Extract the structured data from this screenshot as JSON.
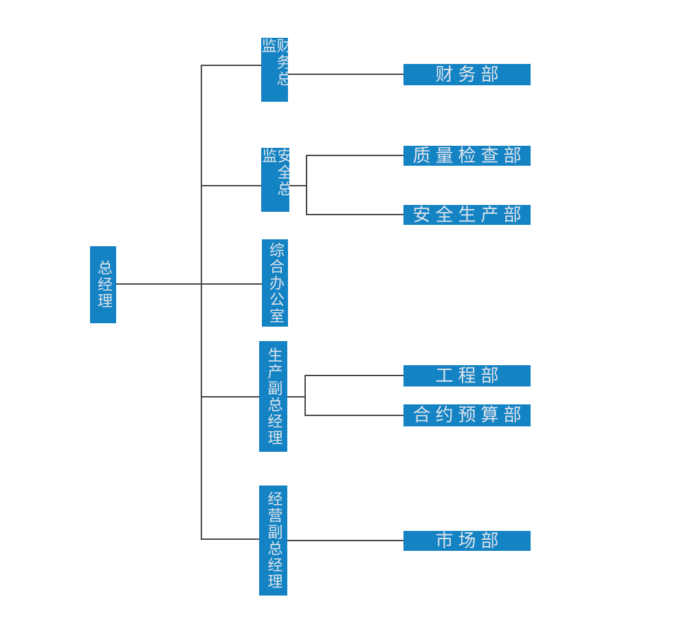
{
  "org_chart": {
    "type": "organization-chart",
    "nodes": {
      "general_manager": {
        "label": "总经理",
        "level": 1
      },
      "finance_director": {
        "label": "财务总监",
        "level": 2
      },
      "safety_director": {
        "label": "安全总监",
        "level": 2
      },
      "general_office": {
        "label": "综合办公室",
        "level": 2
      },
      "production_deputy_gm": {
        "label": "生产副总经理",
        "level": 2
      },
      "operations_deputy_gm": {
        "label": "经营副总经理",
        "level": 2
      },
      "finance_dept": {
        "label": "财务部",
        "level": 3
      },
      "quality_inspection_dept": {
        "label": "质量检查部",
        "level": 3
      },
      "safety_production_dept": {
        "label": "安全生产部",
        "level": 3
      },
      "engineering_dept": {
        "label": "工程部",
        "level": 3
      },
      "contract_budget_dept": {
        "label": "合约预算部",
        "level": 3
      },
      "market_dept": {
        "label": "市场部",
        "level": 3
      }
    },
    "edges": [
      [
        "general_manager",
        "finance_director"
      ],
      [
        "general_manager",
        "safety_director"
      ],
      [
        "general_manager",
        "general_office"
      ],
      [
        "general_manager",
        "production_deputy_gm"
      ],
      [
        "general_manager",
        "operations_deputy_gm"
      ],
      [
        "finance_director",
        "finance_dept"
      ],
      [
        "safety_director",
        "quality_inspection_dept"
      ],
      [
        "safety_director",
        "safety_production_dept"
      ],
      [
        "production_deputy_gm",
        "engineering_dept"
      ],
      [
        "production_deputy_gm",
        "contract_budget_dept"
      ],
      [
        "operations_deputy_gm",
        "market_dept"
      ]
    ],
    "colors": {
      "node_fill": "#1483c4",
      "node_text": "#dde3ea",
      "connector": "#474747",
      "background": "#ffffff"
    }
  }
}
